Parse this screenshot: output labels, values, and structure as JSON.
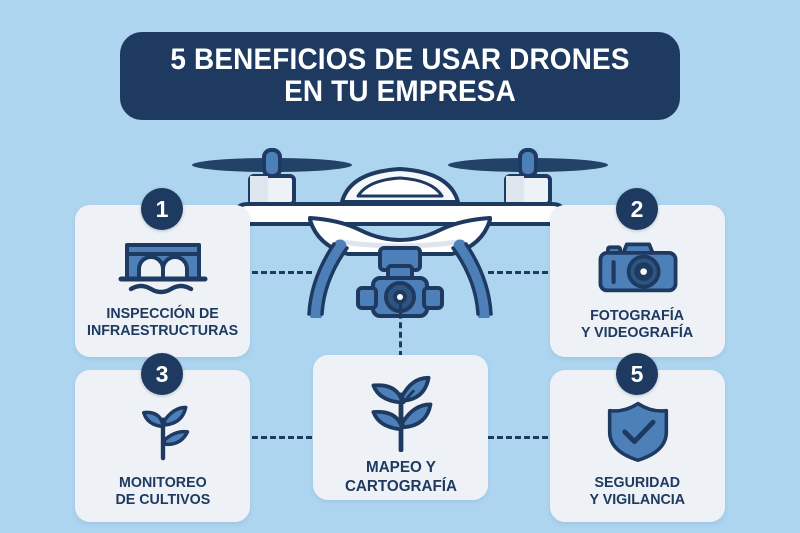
{
  "background_color": "#aed5f0",
  "palette": {
    "navy": "#1e3a60",
    "mid_blue": "#4d7fb8",
    "light_blue_bg": "#aed5f0",
    "card_bg": "#eef2f6",
    "white": "#ffffff"
  },
  "header": {
    "title": "5 BENEFICIOS DE USAR DRONES EN TU EMPRESA",
    "banner_color": "#1e3a60",
    "text_color": "#ffffff"
  },
  "illustration": {
    "name": "quadcopter-drone",
    "description": "White quadcopter drone with four dark navy propellers, blue landing legs and a gimbal camera"
  },
  "benefits": [
    {
      "number": "1",
      "label": "INSPECCIÓN DE\nINFRAESTRUCTURAS",
      "icon": "bridge-icon"
    },
    {
      "number": "2",
      "label": "FOTOGRAFÍA\nY VIDEOGRAFÍA",
      "icon": "camera-icon"
    },
    {
      "number": "3",
      "label": "MONITOREO\nDE CULTIVOS",
      "icon": "sprout-icon"
    },
    {
      "number": "",
      "label": "MAPEO Y\nCARTOGRAFÍA",
      "icon": "leaf-branch-icon"
    },
    {
      "number": "5",
      "label": "SEGURIDAD\nY VIGILANCIA",
      "icon": "shield-check-icon"
    }
  ]
}
